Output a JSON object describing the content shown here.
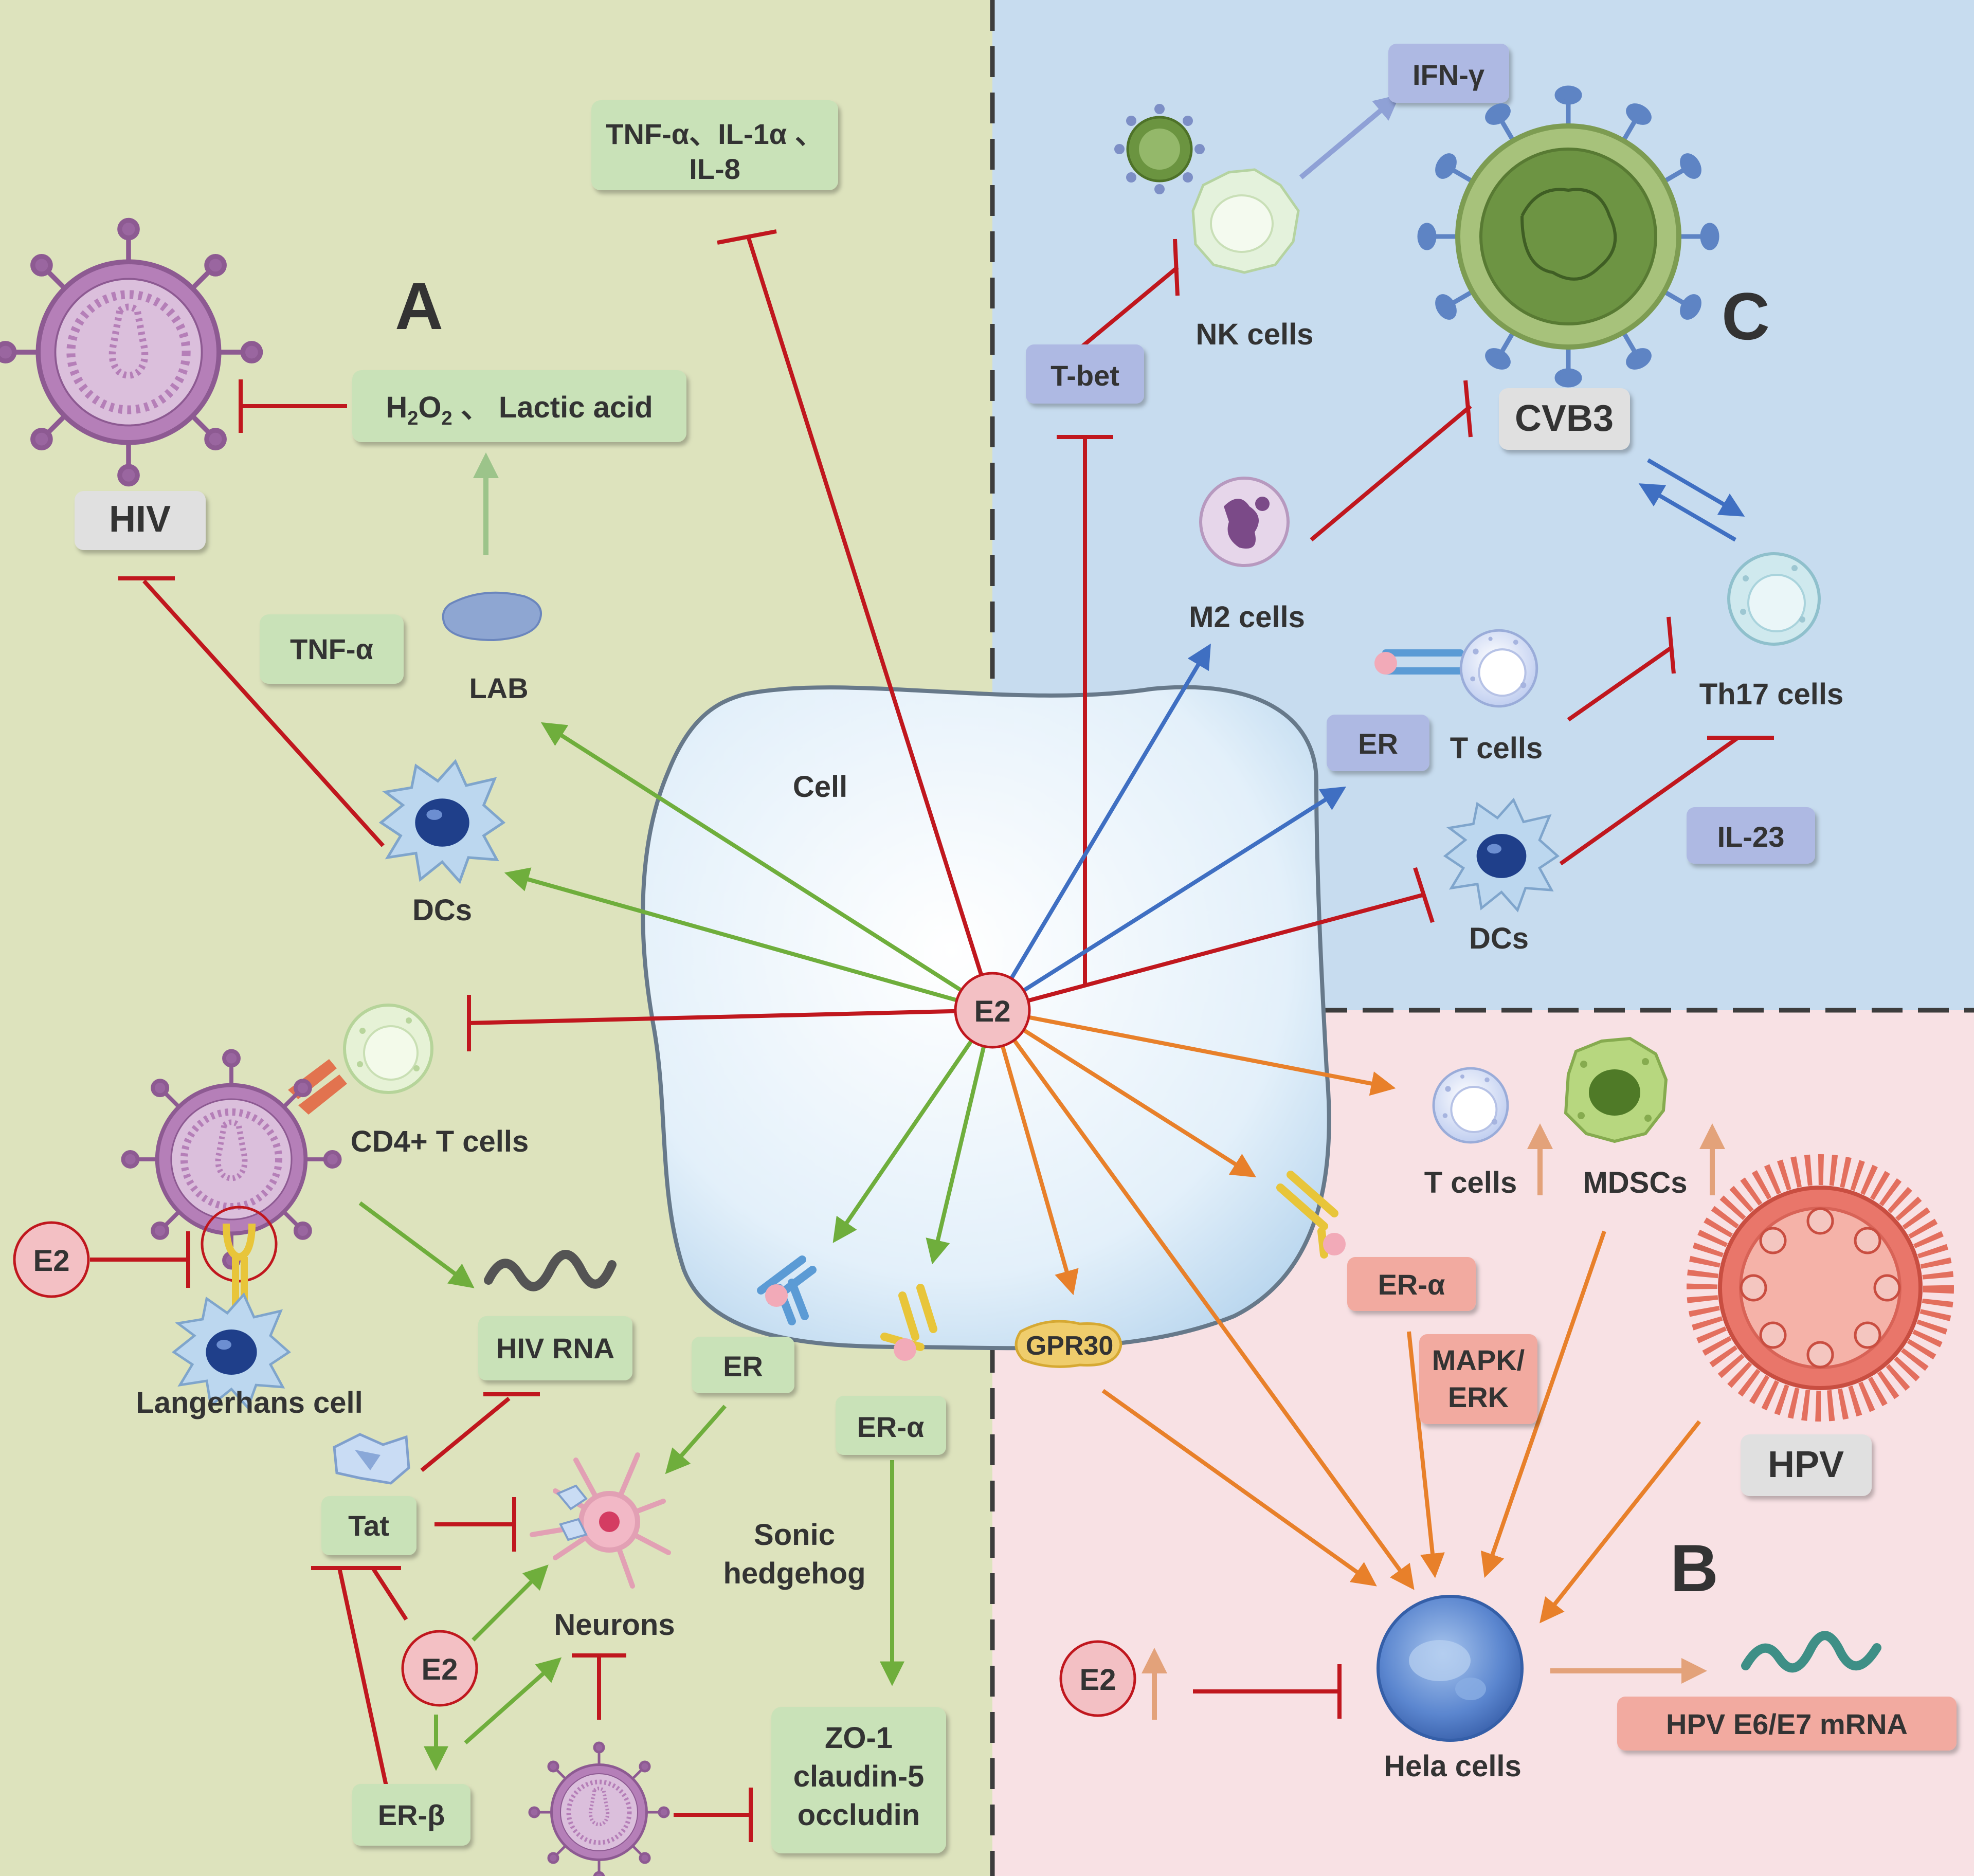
{
  "panels": {
    "A": {
      "letter": "A",
      "color": "#dde3bd"
    },
    "B": {
      "letter": "B",
      "color": "#f8e1e4"
    },
    "C": {
      "letter": "C",
      "color": "#c7dcef"
    }
  },
  "center": {
    "cell_label": "Cell",
    "hormone": "E2"
  },
  "colors": {
    "inhibit": "#c0171e",
    "activate_green": "#6fae3c",
    "activate_blue": "#3f6fc2",
    "activate_orange": "#e8802a",
    "green_box": "#c9e2b8",
    "blue_box": "#aeb9e3",
    "salmon_box": "#f2aaa0",
    "gray_box": "#e0e0e0",
    "e2_fill": "#f3c0c4"
  },
  "panel_a": {
    "virus_label": "HIV",
    "cytokines_box": {
      "line1": "TNF-α、IL-1α 、",
      "line2": "IL-8"
    },
    "h2o2_box": {
      "prefix": "H",
      "sub1": "2",
      "mid": "O",
      "sub2": "2",
      "suffix": " 、 Lactic acid"
    },
    "tnf_box": "TNF-α",
    "lab_label": "LAB",
    "dcs_label": "DCs",
    "cd4_label": "CD4+ T cells",
    "e2_label": "E2",
    "langerhans_label": "Langerhans cell",
    "hiv_rna_box": "HIV RNA",
    "tat_box": "Tat",
    "neurons_label": "Neurons",
    "e2_lower_label": "E2",
    "er_box": "ER",
    "er_alpha_box": "ER-α",
    "er_beta_box": "ER-β",
    "sonic_label": {
      "line1": "Sonic",
      "line2": "hedgehog"
    },
    "tight_junction_box": {
      "line1": "ZO-1",
      "line2": "claudin-5",
      "line3": "occludin"
    }
  },
  "panel_c": {
    "ifn_box": "IFN-γ",
    "nk_label": "NK cells",
    "tbet_box": "T-bet",
    "virus_label": "CVB3",
    "m2_label": "M2 cells",
    "er_box": "ER",
    "t_cells_label": "T cells",
    "th17_label": "Th17 cells",
    "il23_box": "IL-23",
    "dcs_label": "DCs"
  },
  "panel_b": {
    "t_cells_label": "T cells",
    "mdscs_label": "MDSCs",
    "virus_label": "HPV",
    "er_alpha_box": "ER-α",
    "gpr30_label": "GPR30",
    "mapk_box": {
      "line1": "MAPK/",
      "line2": "ERK"
    },
    "hela_label": "Hela cells",
    "e2_label": "E2",
    "mrna_box": "HPV E6/E7 mRNA"
  }
}
